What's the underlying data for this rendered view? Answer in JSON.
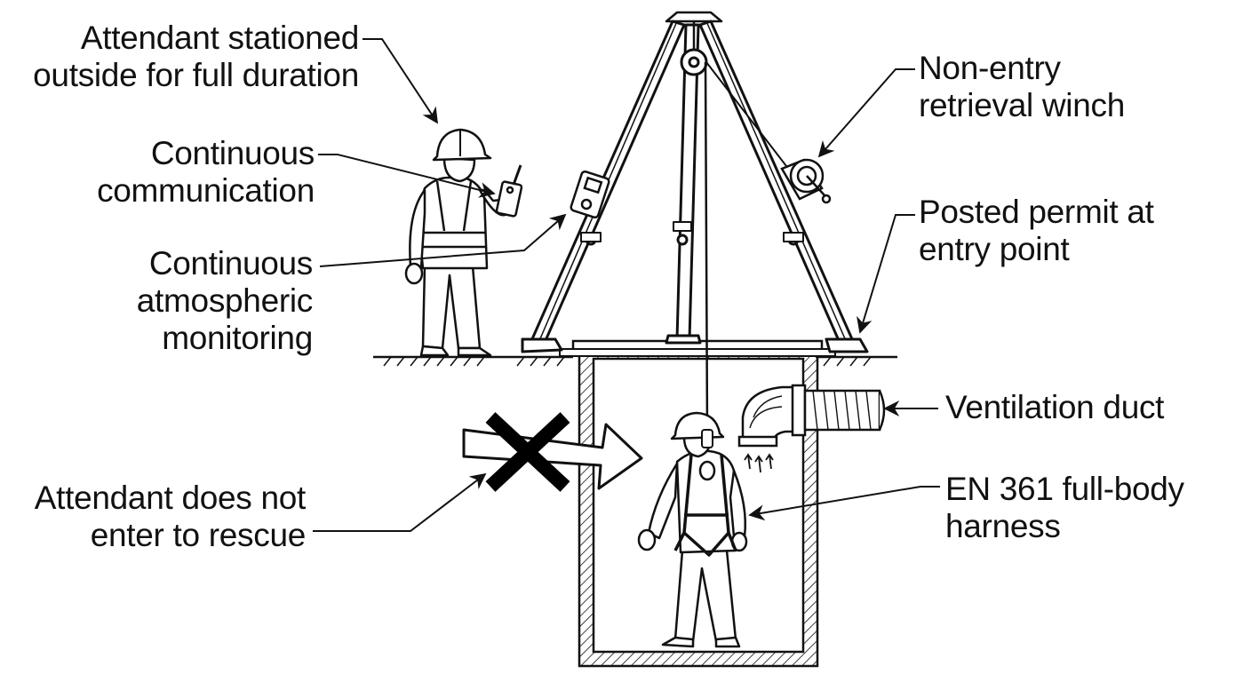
{
  "labels": {
    "attendant_outside": [
      "Attendant stationed",
      "outside for full duration"
    ],
    "communication": [
      "Continuous",
      "communication"
    ],
    "monitoring": [
      "Continuous",
      "atmospheric",
      "monitoring"
    ],
    "no_rescue": [
      "Attendant does not",
      "enter to rescue"
    ],
    "winch": [
      "Non-entry",
      "retrieval winch"
    ],
    "permit": [
      "Posted permit at",
      "entry point"
    ],
    "ventilation": [
      "Ventilation duct"
    ],
    "harness": [
      "EN 361 full-body",
      "harness"
    ]
  },
  "colors": {
    "ink": "#111111",
    "background": "#ffffff",
    "prohibition_x": "#000000"
  },
  "icons": [
    "hard-hat-icon",
    "radio-icon",
    "gas-monitor-icon",
    "winch-icon",
    "prohibition-x-icon",
    "ventilation-duct-icon",
    "tripod-icon",
    "harness-icon"
  ]
}
